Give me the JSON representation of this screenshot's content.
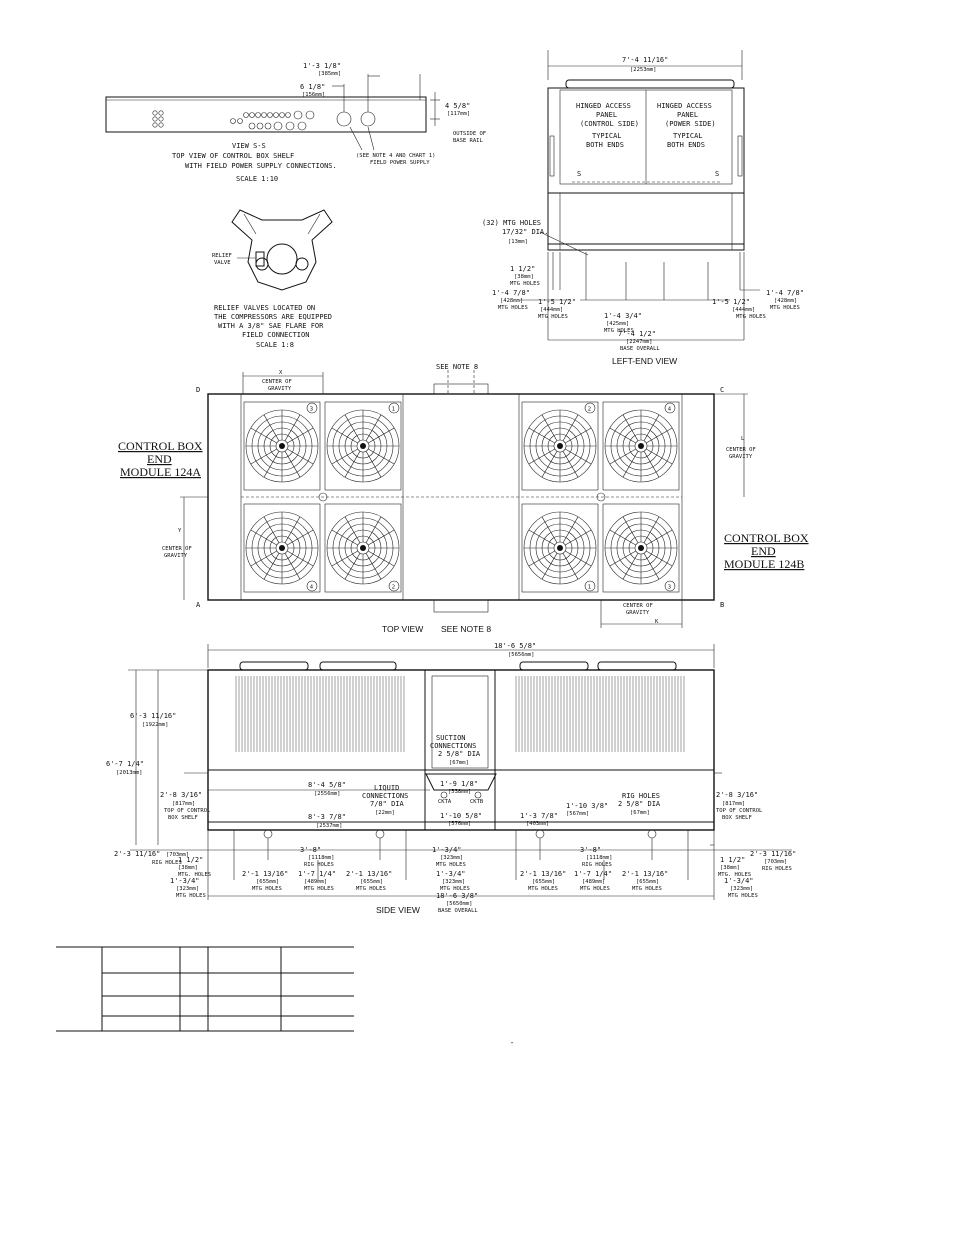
{
  "view_s5": {
    "dim_top": "1'-3 1/8\"",
    "dim_top_mm": "[385mm]",
    "dim_mid": "6 1/8\"",
    "dim_mid_mm": "[156mm]",
    "dim_right": "4 5/8\"",
    "dim_right_mm": "[117mm]",
    "outside_rail": "OUTSIDE OF",
    "outside_rail2": "BASE RAIL",
    "note": "(SEE NOTE 4 AND CHART 1)",
    "note2": "FIELD POWER SUPPLY",
    "title": "VIEW S-S",
    "desc1": "TOP VIEW OF CONTROL BOX SHELF",
    "desc2": "WITH FIELD POWER SUPPLY CONNECTIONS.",
    "scale": "SCALE 1:10"
  },
  "compressor": {
    "relief_label1": "RELIEF",
    "relief_label2": "VALVE",
    "desc1": "RELIEF VALVES LOCATED ON",
    "desc2": "THE COMPRESSORS ARE EQUIPPED",
    "desc3": "WITH A 3/8\" SAE FLARE FOR",
    "desc4": "FIELD CONNECTION",
    "scale": "SCALE 1:8"
  },
  "left_end_view": {
    "width": "7'-4 11/16\"",
    "width_mm": "[2253mm]",
    "panel_left": [
      "HINGED ACCESS",
      "PANEL",
      "(CONTROL SIDE)",
      "TYPICAL",
      "BOTH ENDS"
    ],
    "panel_right": [
      "HINGED ACCESS",
      "PANEL",
      "(POWER SIDE)",
      "TYPICAL",
      "BOTH ENDS"
    ],
    "section_mark": "S",
    "mtg_holes": [
      "(32) MTG HOLES",
      "17/32\" DIA.",
      "[13mm]"
    ],
    "d1": "1 1/2\"",
    "d1_mm": "[38mm]",
    "d1_lbl": "MTG HOLES",
    "d2": "1'-4 7/8\"",
    "d2_mm": "[428mm]",
    "d2_lbl": "MTG HOLES",
    "d3": "1'-5 1/2\"",
    "d3_mm": "[444mm]",
    "d3_lbl": "MTG HOLES",
    "d4": "1'-4 3/4\"",
    "d4_mm": "[425mm]",
    "d4_lbl": "MTG HOLES",
    "d5": "1'-5 1/2\"",
    "d5_mm": "[444mm]",
    "d5_lbl": "MTG HOLES",
    "d6": "1'-4 7/8\"",
    "d6_mm": "[428mm]",
    "d6_lbl": "MTG HOLES",
    "base": "7'-4 1/2\"",
    "base_mm": "[2247mm]",
    "base_lbl": "BASE OVERALL",
    "caption": "LEFT-END VIEW"
  },
  "top_view": {
    "corner_d": "D",
    "corner_c": "C",
    "corner_a": "A",
    "corner_b": "B",
    "x_label": "X",
    "cog": "CENTER OF",
    "cog2": "GRAVITY",
    "y_label": "Y",
    "l_label": "L",
    "k_label": "K",
    "see_note": "SEE NOTE 8",
    "fan_numbers_left": [
      "3",
      "1",
      "4",
      "2"
    ],
    "fan_numbers_right": [
      "2",
      "4",
      "1",
      "3"
    ],
    "module_a": [
      "CONTROL BOX",
      "END",
      "MODULE 124A"
    ],
    "module_b": [
      "CONTROL BOX",
      "END",
      "MODULE 124B"
    ],
    "caption": "TOP VIEW",
    "caption_note": "SEE NOTE 8"
  },
  "side_view": {
    "overall": "18'-6 5/8\"",
    "overall_mm": "[5656mm]",
    "h1": "6'-3 11/16\"",
    "h1_mm": "[1922mm]",
    "h2": "6'-7 1/4\"",
    "h2_mm": "[2013mm]",
    "h3": "2'-8 3/16\"",
    "h3_mm": "[817mm]",
    "h3_lbl1": "TOP OF CONTROL",
    "h3_lbl2": "BOX SHELF",
    "h4": "2'-3 11/16\"",
    "h4_mm": "[703mm]",
    "h4_lbl": "RIG HOLES",
    "suction": [
      "SUCTION",
      "CONNECTIONS",
      "2 5/8\" DIA",
      "[67mm]"
    ],
    "liquid": [
      "LIQUID",
      "CONNECTIONS",
      "7/8\" DIA",
      "[22mm]"
    ],
    "ckta": "CKTA",
    "cktb": "CKTB",
    "dl1": "8'-4 5/8\"",
    "dl1_mm": "[2556mm]",
    "dl2": "8'-3 7/8\"",
    "dl2_mm": "[2537mm]",
    "dc1": "1'-9 1/8\"",
    "dc1_mm": "[538mm]",
    "dc2": "1'-10 5/8\"",
    "dc2_mm": "[576mm]",
    "dc3": "1'-10 3/8\"",
    "dc3_mm": "[567mm]",
    "dc4": "1'-3 7/8\"",
    "dc4_mm": "[403mm]",
    "rig": [
      "RIG HOLES",
      "2 5/8\" DIA",
      "[67mm]"
    ],
    "rh": "3'-8\"",
    "rh_mm": "[1118mm]",
    "rh_lbl": "RIG HOLES",
    "b1": "2'-1 13/16\"",
    "b1_mm": "[655mm]",
    "b_lbl": "MTG HOLES",
    "b2": "1'-7 1/4\"",
    "b2_mm": "[489mm]",
    "b3": "2'-1 13/16\"",
    "b3_mm": "[655mm]",
    "e1": "1 1/2\"",
    "e1_mm": "[38mm]",
    "e1_lbl": "MTG. HOLES",
    "e2": "1'-3/4\"",
    "e2_mm": "[323mm]",
    "e2_lbl": "MTG HOLES",
    "base": "18'-6 3/8\"",
    "base_mm": "[5650mm]",
    "base_lbl": "BASE OVERALL",
    "caption": "SIDE VIEW"
  },
  "stray_mark": "″"
}
